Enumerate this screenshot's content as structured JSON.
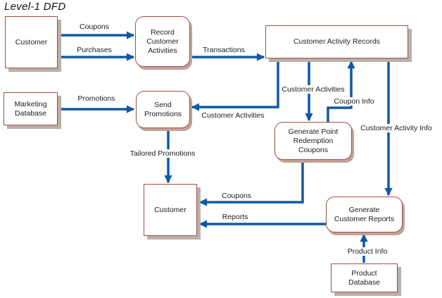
{
  "title": "Level-1 DFD",
  "colors": {
    "flow": "#1158a4",
    "box_border": "#9c4f42",
    "entity_shadow": "#b9b1aa",
    "process_shadow": "#c2a29a",
    "text": "#1c1c1c"
  },
  "entities": {
    "customer_top": {
      "label": "Customer"
    },
    "marketing_database": {
      "label": "Marketing\nDatabase"
    },
    "customer_bottom": {
      "label": "Customer"
    },
    "product_database": {
      "label": "Product\nDatabase"
    }
  },
  "processes": {
    "record_customer_activities": {
      "label": "Record\nCustomer\nActivities"
    },
    "send_promotions": {
      "label": "Send\nPromotions"
    },
    "generate_point_redemption_coupons": {
      "label": "Generate Point\nRedemption\nCoupons"
    },
    "generate_customer_reports": {
      "label": "Generate\nCustomer Reports"
    }
  },
  "data_stores": {
    "customer_activity_records": {
      "label": "Customer Activity Records"
    }
  },
  "flows": {
    "coupons_top": "Coupons",
    "purchases": "Purchases",
    "transactions": "Transactions",
    "promotions": "Promotions",
    "customer_activities_to_send": "Customer Activities",
    "customer_activities_to_generate": "Customer Activities",
    "coupon_info": "Coupon Info",
    "customer_activity_info": "Customer Activity Info",
    "tailored_promotions": "Tailored Promotions",
    "coupons_bottom": "Coupons",
    "reports": "Reports",
    "product_info": "Product Info"
  }
}
